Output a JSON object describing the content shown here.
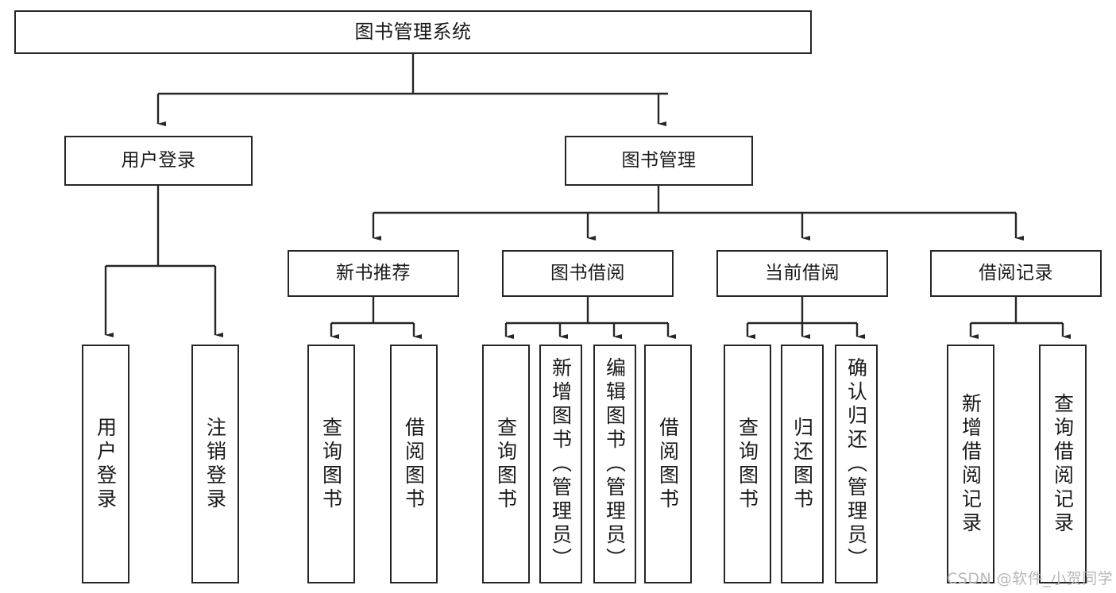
{
  "diagram": {
    "title": "图书管理系统",
    "type": "tree-hierarchy",
    "orientation": "top-down",
    "colors": {
      "box_border": "#262626",
      "box_fill": "#ffffff",
      "edge": "#262626",
      "text": "#1a1a1a",
      "watermark": "#b8b8b8",
      "background": "#ffffff"
    },
    "levels": [
      {
        "level": 1,
        "nodes": [
          {
            "id": "root",
            "label": "图书管理系统"
          }
        ]
      },
      {
        "level": 2,
        "nodes": [
          {
            "id": "login",
            "label": "用户登录",
            "parent": "root"
          },
          {
            "id": "bookmgmt",
            "label": "图书管理",
            "parent": "root"
          }
        ]
      },
      {
        "level": 3,
        "nodes": [
          {
            "id": "newbook",
            "label": "新书推荐",
            "parent": "bookmgmt"
          },
          {
            "id": "borrow",
            "label": "图书借阅",
            "parent": "bookmgmt"
          },
          {
            "id": "current",
            "label": "当前借阅",
            "parent": "bookmgmt"
          },
          {
            "id": "records",
            "label": "借阅记录",
            "parent": "bookmgmt"
          }
        ]
      },
      {
        "level": 4,
        "nodes": [
          {
            "id": "leaf1",
            "label": "用户登录",
            "parent": "login"
          },
          {
            "id": "leaf2",
            "label": "注销登录",
            "parent": "login"
          },
          {
            "id": "leaf3",
            "label": "查询图书",
            "parent": "newbook"
          },
          {
            "id": "leaf4",
            "label": "借阅图书",
            "parent": "newbook"
          },
          {
            "id": "leaf5",
            "label": "查询图书",
            "parent": "borrow"
          },
          {
            "id": "leaf6",
            "label": "新增图书（管理员）",
            "parent": "borrow"
          },
          {
            "id": "leaf7",
            "label": "编辑图书（管理员）",
            "parent": "borrow"
          },
          {
            "id": "leaf8",
            "label": "借阅图书",
            "parent": "borrow"
          },
          {
            "id": "leaf9",
            "label": "查询图书",
            "parent": "current"
          },
          {
            "id": "leaf10",
            "label": "归还图书",
            "parent": "current"
          },
          {
            "id": "leaf11",
            "label": "确认归还（管理员）",
            "parent": "current"
          },
          {
            "id": "leaf12",
            "label": "新增借阅记录",
            "parent": "records"
          },
          {
            "id": "leaf13",
            "label": "查询借阅记录",
            "parent": "records"
          }
        ]
      }
    ]
  },
  "watermark": {
    "text": "CSDN @软件_小贺同学"
  }
}
